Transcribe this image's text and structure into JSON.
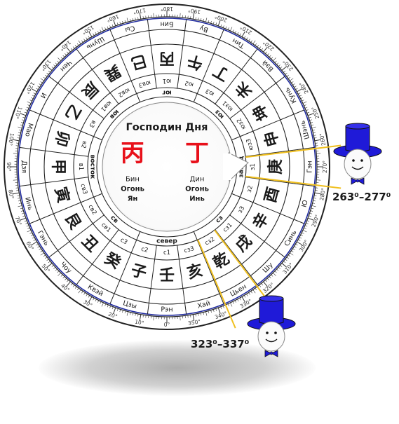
{
  "center": {
    "title": "Господин Дня",
    "left": {
      "glyph": "丙",
      "line1": "Бин",
      "line2": "Огонь",
      "line3": "Ян"
    },
    "right": {
      "glyph": "丁",
      "line1": "Дин",
      "line2": "Огонь",
      "line3": "Инь"
    }
  },
  "highlights": [
    {
      "label": "263⁰–277⁰"
    },
    {
      "label": "323⁰–337⁰"
    }
  ],
  "colors": {
    "glyph_red": "#e8101a",
    "ring_blue": "#1f2a9e",
    "highlight_yellow": "#f0c020",
    "hat_blue": "#1f1ad8"
  },
  "degree_labels": [
    "0",
    "10",
    "20",
    "30",
    "40",
    "50",
    "60",
    "70",
    "80",
    "90",
    "100",
    "110",
    "120",
    "130",
    "140",
    "150",
    "160",
    "170",
    "180",
    "190",
    "200",
    "210",
    "220",
    "230",
    "240",
    "250",
    "260",
    "270",
    "280",
    "290",
    "300",
    "310",
    "320",
    "330",
    "340",
    "350"
  ],
  "mountains": [
    {
      "glyph": "壬",
      "name": "Рэн",
      "code": "c1"
    },
    {
      "glyph": "子",
      "name": "Цзы",
      "code": "c2"
    },
    {
      "glyph": "癸",
      "name": "Квэй",
      "code": "c3"
    },
    {
      "glyph": "丑",
      "name": "Чоу",
      "code": "cв1"
    },
    {
      "glyph": "艮",
      "name": "Гэнь",
      "code": "cв2"
    },
    {
      "glyph": "寅",
      "name": "Инь",
      "code": "cв3"
    },
    {
      "glyph": "甲",
      "name": "Дзя",
      "code": "в1"
    },
    {
      "glyph": "卯",
      "name": "Мао",
      "code": "в2"
    },
    {
      "glyph": "乙",
      "name": "И",
      "code": "в3"
    },
    {
      "glyph": "辰",
      "name": "Чен",
      "code": "юв1"
    },
    {
      "glyph": "巽",
      "name": "Шунь",
      "code": "юв2"
    },
    {
      "glyph": "巳",
      "name": "Сы",
      "code": "юв3"
    },
    {
      "glyph": "丙",
      "name": "Бин",
      "code": "ю1"
    },
    {
      "glyph": "午",
      "name": "Ву",
      "code": "ю2"
    },
    {
      "glyph": "丁",
      "name": "Тин",
      "code": "ю3"
    },
    {
      "glyph": "未",
      "name": "Вэй",
      "code": "юз1"
    },
    {
      "glyph": "坤",
      "name": "Кунь",
      "code": "юз2"
    },
    {
      "glyph": "申",
      "name": "Шэнь",
      "code": "юз3"
    },
    {
      "glyph": "庚",
      "name": "Гэн",
      "code": "з1"
    },
    {
      "glyph": "酉",
      "name": "Ю",
      "code": "з2"
    },
    {
      "glyph": "辛",
      "name": "Синь",
      "code": "з3"
    },
    {
      "glyph": "戌",
      "name": "Шу",
      "code": "сз1"
    },
    {
      "glyph": "乾",
      "name": "Цьен",
      "code": "сз2"
    },
    {
      "glyph": "亥",
      "name": "Хай",
      "code": "сз3"
    }
  ],
  "directions": [
    "север",
    "св",
    "восток",
    "юв",
    "юг",
    "юз",
    "запад",
    "сз"
  ]
}
